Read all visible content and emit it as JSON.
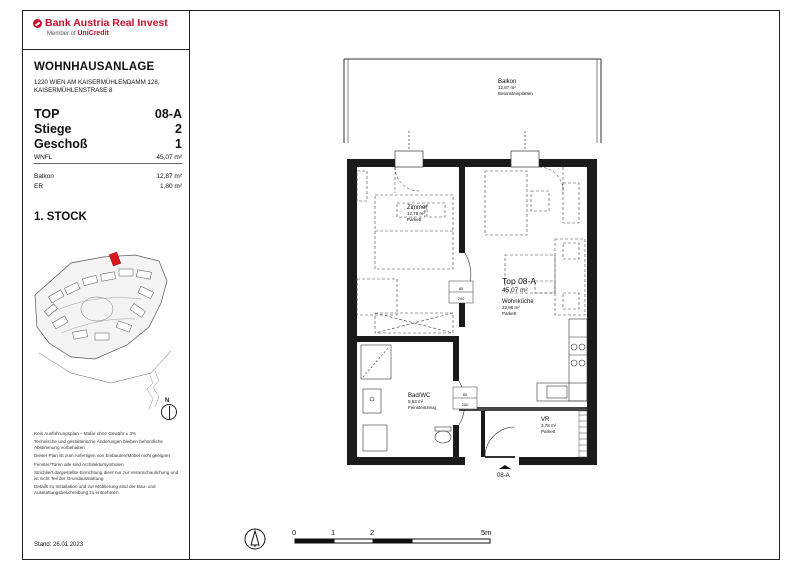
{
  "brand": {
    "name": "Bank Austria Real Invest",
    "member_prefix": "Member of",
    "member_of": "UniCredit"
  },
  "project": {
    "title": "WOHNHAUSANLAGE",
    "address": "1220 WIEN AM KAISERMÜHLENDAMM 128, KAISERMÜHLENSTRAßE 8"
  },
  "unit": {
    "top_label": "TOP",
    "top_value": "08-A",
    "stiege_label": "Stiege",
    "stiege_value": "2",
    "geschoss_label": "Geschoß",
    "geschoss_value": "1",
    "wnfl_label": "WNFL",
    "wnfl_value": "45,07 m²",
    "balkon_label": "Balkon",
    "balkon_value": "12,87 m²",
    "er_label": "ER",
    "er_value": "1,80 m²"
  },
  "floor_label": "1. STOCK",
  "north_label": "N",
  "notes": [
    "Kein Ausführungsplan – Maße ohne Gewähr ± 3%",
    "Technische und gestalterische Änderungen bleiben behördliche Abstimmung vorbehalten",
    "Dieser Plan ist zum Anfertigen von Einbauten/Möbel nicht geeignet",
    "Fenster/Türen alle sind Architektursymbolen",
    "Strichliert dargestellte Einrichtung dient nur zur Veranschaulichung und ist nicht Teil der Grundausstattung",
    "Details zu Installation und zur Möblierung sind der Bau- und Ausstattungsbeschreibung zu entnehmen"
  ],
  "stand": "Stand: 26.01.2023",
  "rooms": {
    "balkon": {
      "name": "Balkon",
      "area": "12,87 m²",
      "floor": "Betonsteinplatten"
    },
    "zimmer": {
      "name": "Zimmer",
      "area": "12,78 m²",
      "floor": "Parkett"
    },
    "top": {
      "name": "Top 08-A",
      "area": "45,07 m²"
    },
    "wohnkueche": {
      "name": "Wohnküche",
      "area": "22,86 m²",
      "floor": "Parkett"
    },
    "bad": {
      "name": "Bad/WC",
      "area": "5,63 m²",
      "floor": "Feinsteinzeug"
    },
    "vr": {
      "name": "VR",
      "area": "3,78 m²",
      "floor": "Parkett"
    }
  },
  "doors": {
    "zimmer": {
      "w": "80",
      "h": "200"
    },
    "bad": {
      "w": "80",
      "h": "200"
    }
  },
  "unit_tag": "08-A",
  "scale": {
    "labels": [
      "0",
      "1",
      "2",
      "5m"
    ]
  }
}
